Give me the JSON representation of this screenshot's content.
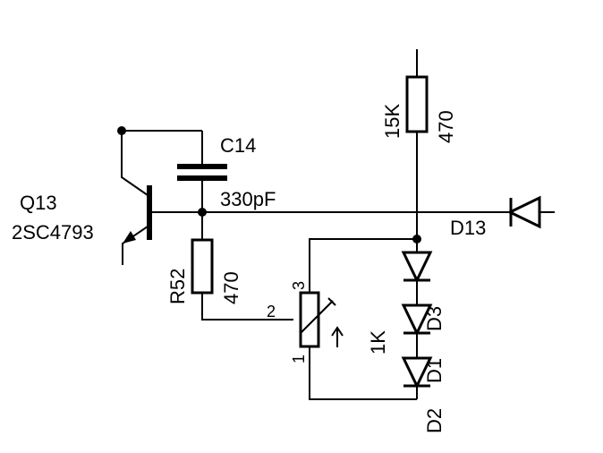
{
  "labels": {
    "q13": "Q13",
    "q13_part": "2SC4793",
    "c14": "C14",
    "c14_value": "330pF",
    "r52": "R52",
    "r52_value": "470",
    "r_top_ref": "15K",
    "r_top_value": "470",
    "d13": "D13",
    "pot_value": "1K",
    "pin1": "1",
    "pin2": "2",
    "pin3": "3",
    "d3": "D3",
    "d1": "D1",
    "d2": "D2"
  }
}
